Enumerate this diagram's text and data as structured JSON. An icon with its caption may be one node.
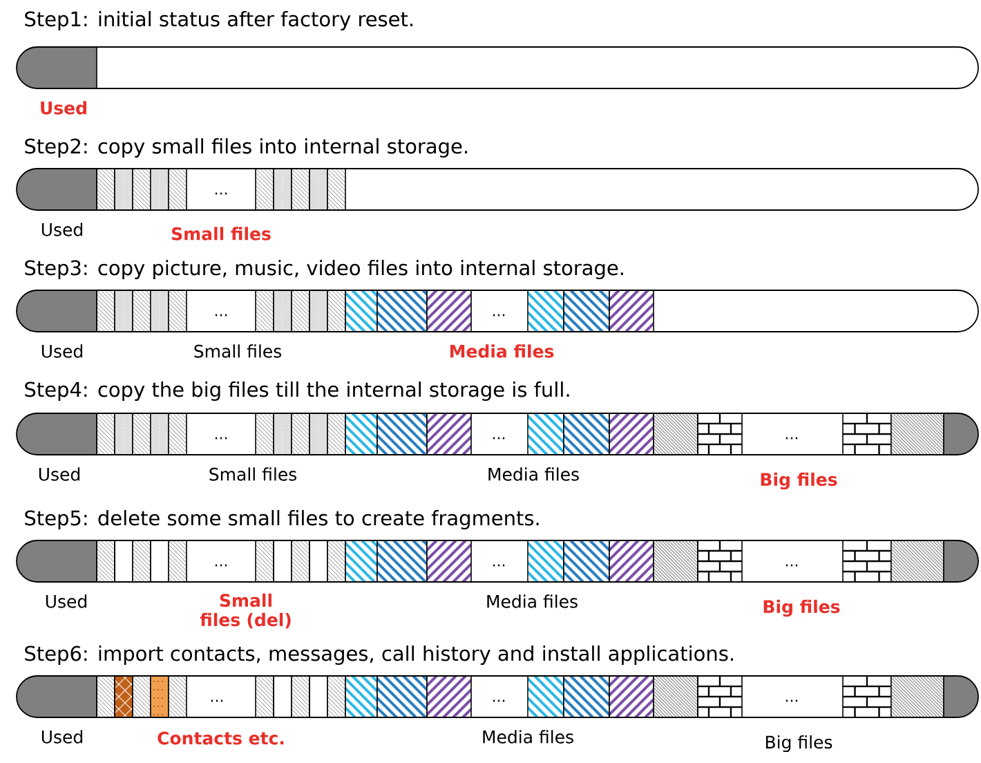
{
  "diagram": {
    "labels": [
      "Step1: initial status after factory reset.",
      "Used",
      "Step2: copy small files into internal storage.",
      "...",
      "Used",
      "Small files",
      "Step3: copy picture, music, video files into internal storage.",
      "...",
      "...",
      "Used",
      "Small files",
      "Media files",
      "Step4: copy the big files till the internal storage is full.",
      "...",
      "...",
      "...",
      "Used",
      "Small files",
      "Media files",
      "Big files",
      "Step5: delete some small files to create fragments.",
      "...",
      "...",
      "...",
      "Used",
      "Small files (del)",
      "Media files",
      "Big files",
      "Step6: import contacts, messages, call history and install applications.",
      "...",
      "...",
      "...",
      "Used",
      "Contacts etc.",
      "Media files",
      "Big files"
    ]
  }
}
